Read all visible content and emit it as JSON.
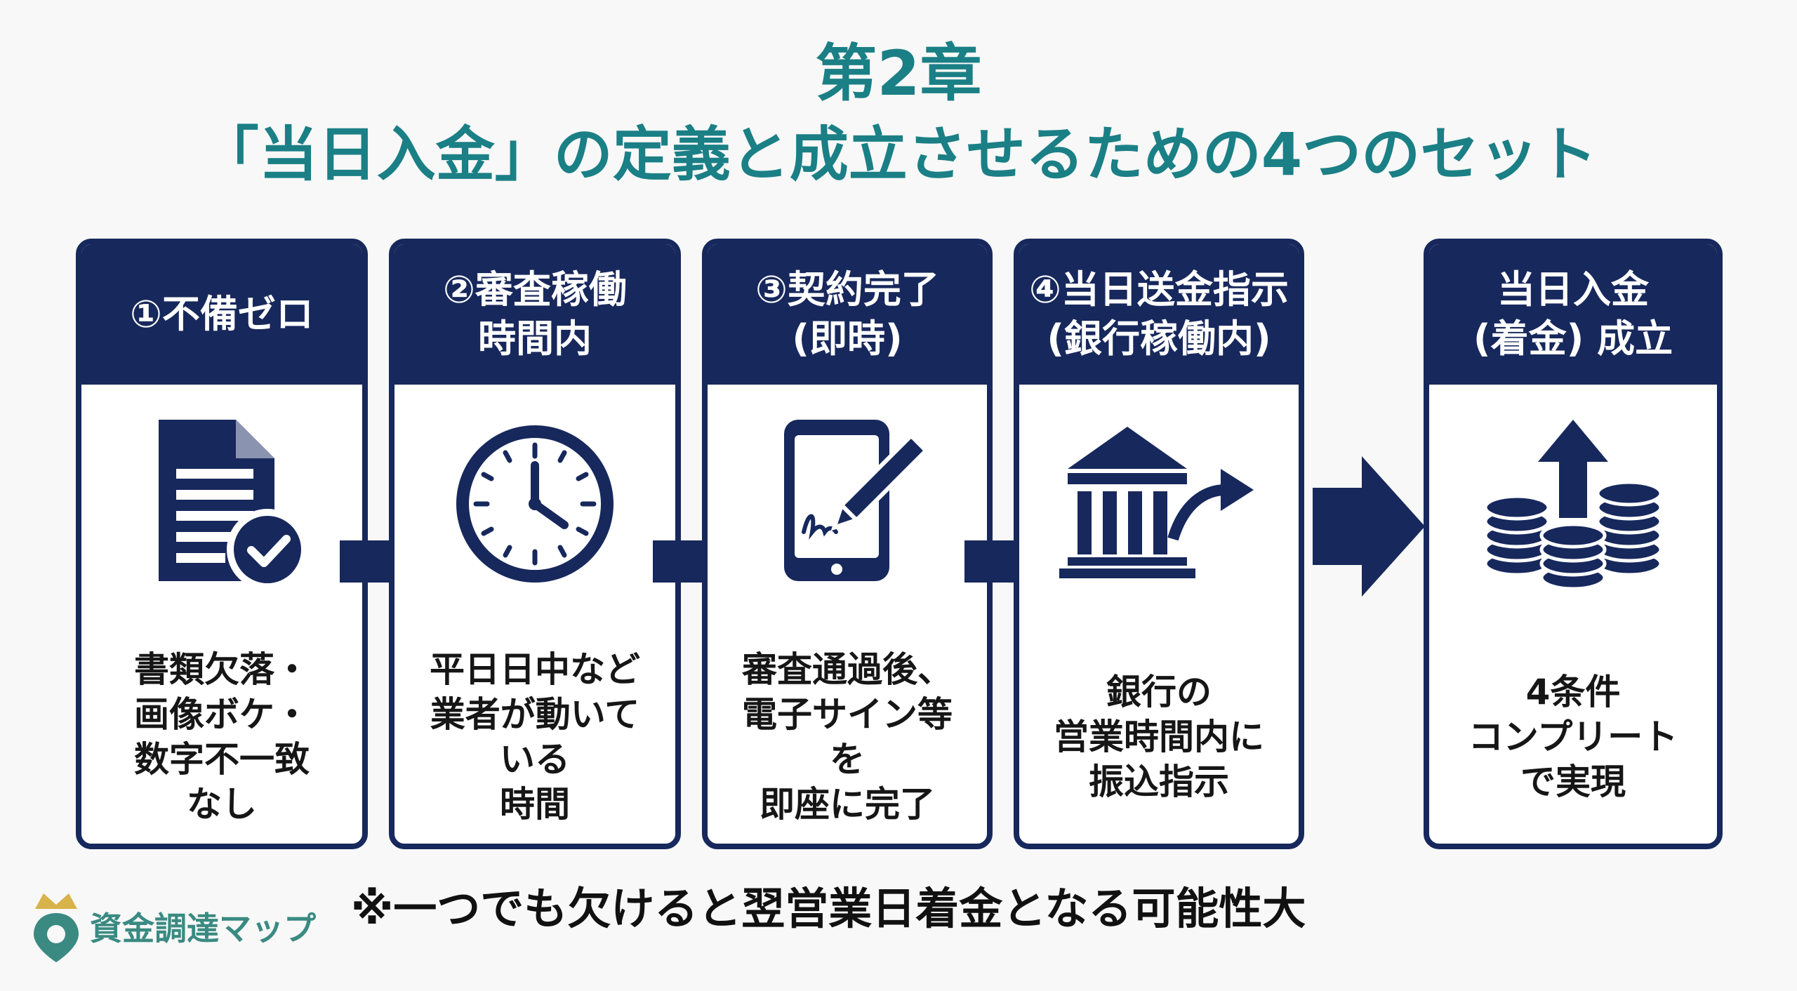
{
  "title": {
    "line1": "第2章",
    "line2": "「当日入金」の定義と成立させるための4つのセット"
  },
  "steps": [
    {
      "header": "①不備ゼロ",
      "body": "書類欠落・\n画像ボケ・\n数字不一致\nなし",
      "icon": "document-check-icon"
    },
    {
      "header": "②審査稼働\n時間内",
      "body": "平日日中など\n業者が動いて\nいる\n時間",
      "icon": "clock-icon"
    },
    {
      "header": "③契約完了\n(即時)",
      "body": "審査通過後、\n電子サイン等\nを\n即座に完了",
      "icon": "tablet-signature-icon"
    },
    {
      "header": "④当日送金指示\n(銀行稼働内)",
      "body": "銀行の\n営業時間内に\n振込指示",
      "icon": "bank-transfer-icon"
    }
  ],
  "result": {
    "header": "当日入金\n(着金) 成立",
    "body": "4条件\nコンプリート\nで実現",
    "icon": "coins-up-icon"
  },
  "note": "※一つでも欠けると翌営業日着金となる可能性大",
  "logo": {
    "text": "資金調達マップ",
    "icon": "crown-pin-icon"
  },
  "colors": {
    "navy": "#17285c",
    "teal": "#1b7f86",
    "logo": "#3a8a82",
    "background": "#f7f8f7"
  }
}
